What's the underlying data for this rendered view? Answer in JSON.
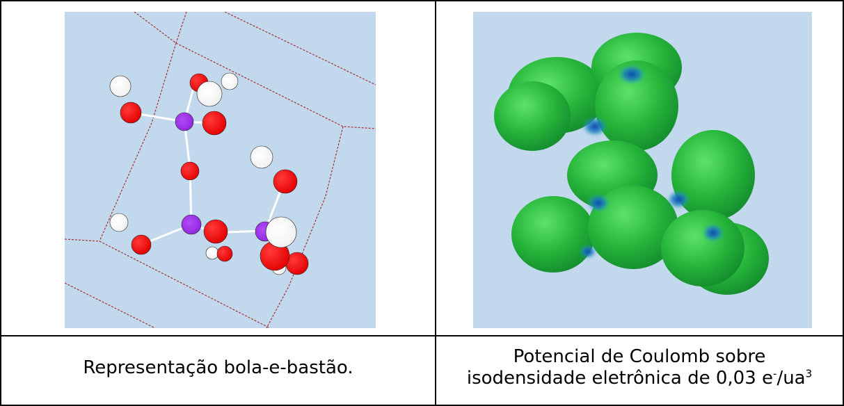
{
  "table": {
    "cells": [
      {
        "caption_lines": [
          "Representação bola-e-bastão."
        ],
        "image_kind": "ball-and-stick molecular model"
      },
      {
        "caption_line1": "Potencial de Coulomb sobre",
        "caption_line2_prefix": "isodensidade eletrônica de 0,03 e",
        "caption_line2_sup1": "-",
        "caption_line2_mid": "/ua",
        "caption_line2_sup2": "3",
        "image_kind": "coulomb potential isosurface"
      }
    ]
  },
  "colors": {
    "panel_background": "#c2d8ec",
    "oxygen_atom": "#ff0000",
    "hydrogen_atom": "#ffffff",
    "phosphorus_atom": "#9b30e6",
    "cell_boundary": "#a83030",
    "isosurface_green": "#26b53a",
    "isosurface_blue": "#1f64c8",
    "border": "#000000"
  }
}
